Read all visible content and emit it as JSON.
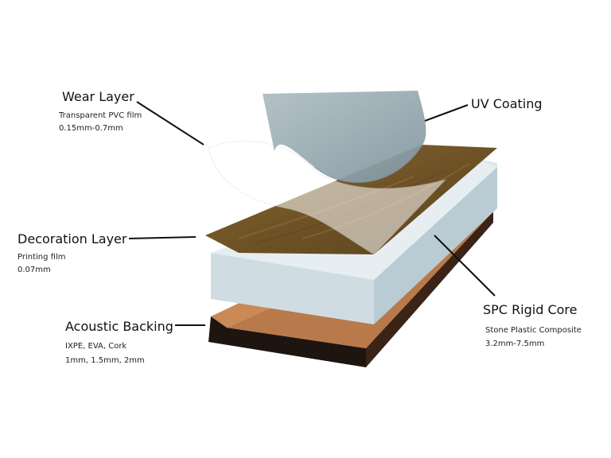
{
  "labels": {
    "wear": {
      "title": "Wear Layer",
      "line1": "Transparent PVC film",
      "line2": "0.15mm-0.7mm"
    },
    "uv": {
      "title": "UV Coating"
    },
    "decoration": {
      "title": "Decoration Layer",
      "line1": "Printing film",
      "line2": "0.07mm"
    },
    "acoustic": {
      "title": "Acoustic Backing",
      "line1": "IXPE, EVA, Cork",
      "line2": "1mm, 1.5mm, 2mm"
    },
    "spc": {
      "title": "SPC Rigid Core",
      "line1": "Stone Plastic Composite",
      "line2": "3.2mm-7.5mm"
    }
  },
  "colors": {
    "wood": "#7a5a2a",
    "core_top": "#dce6ea",
    "core_side": "#c9d7dd",
    "backing_top": "#c98a57",
    "backing_side": "#1e1410",
    "film": "#8fa4ad"
  }
}
